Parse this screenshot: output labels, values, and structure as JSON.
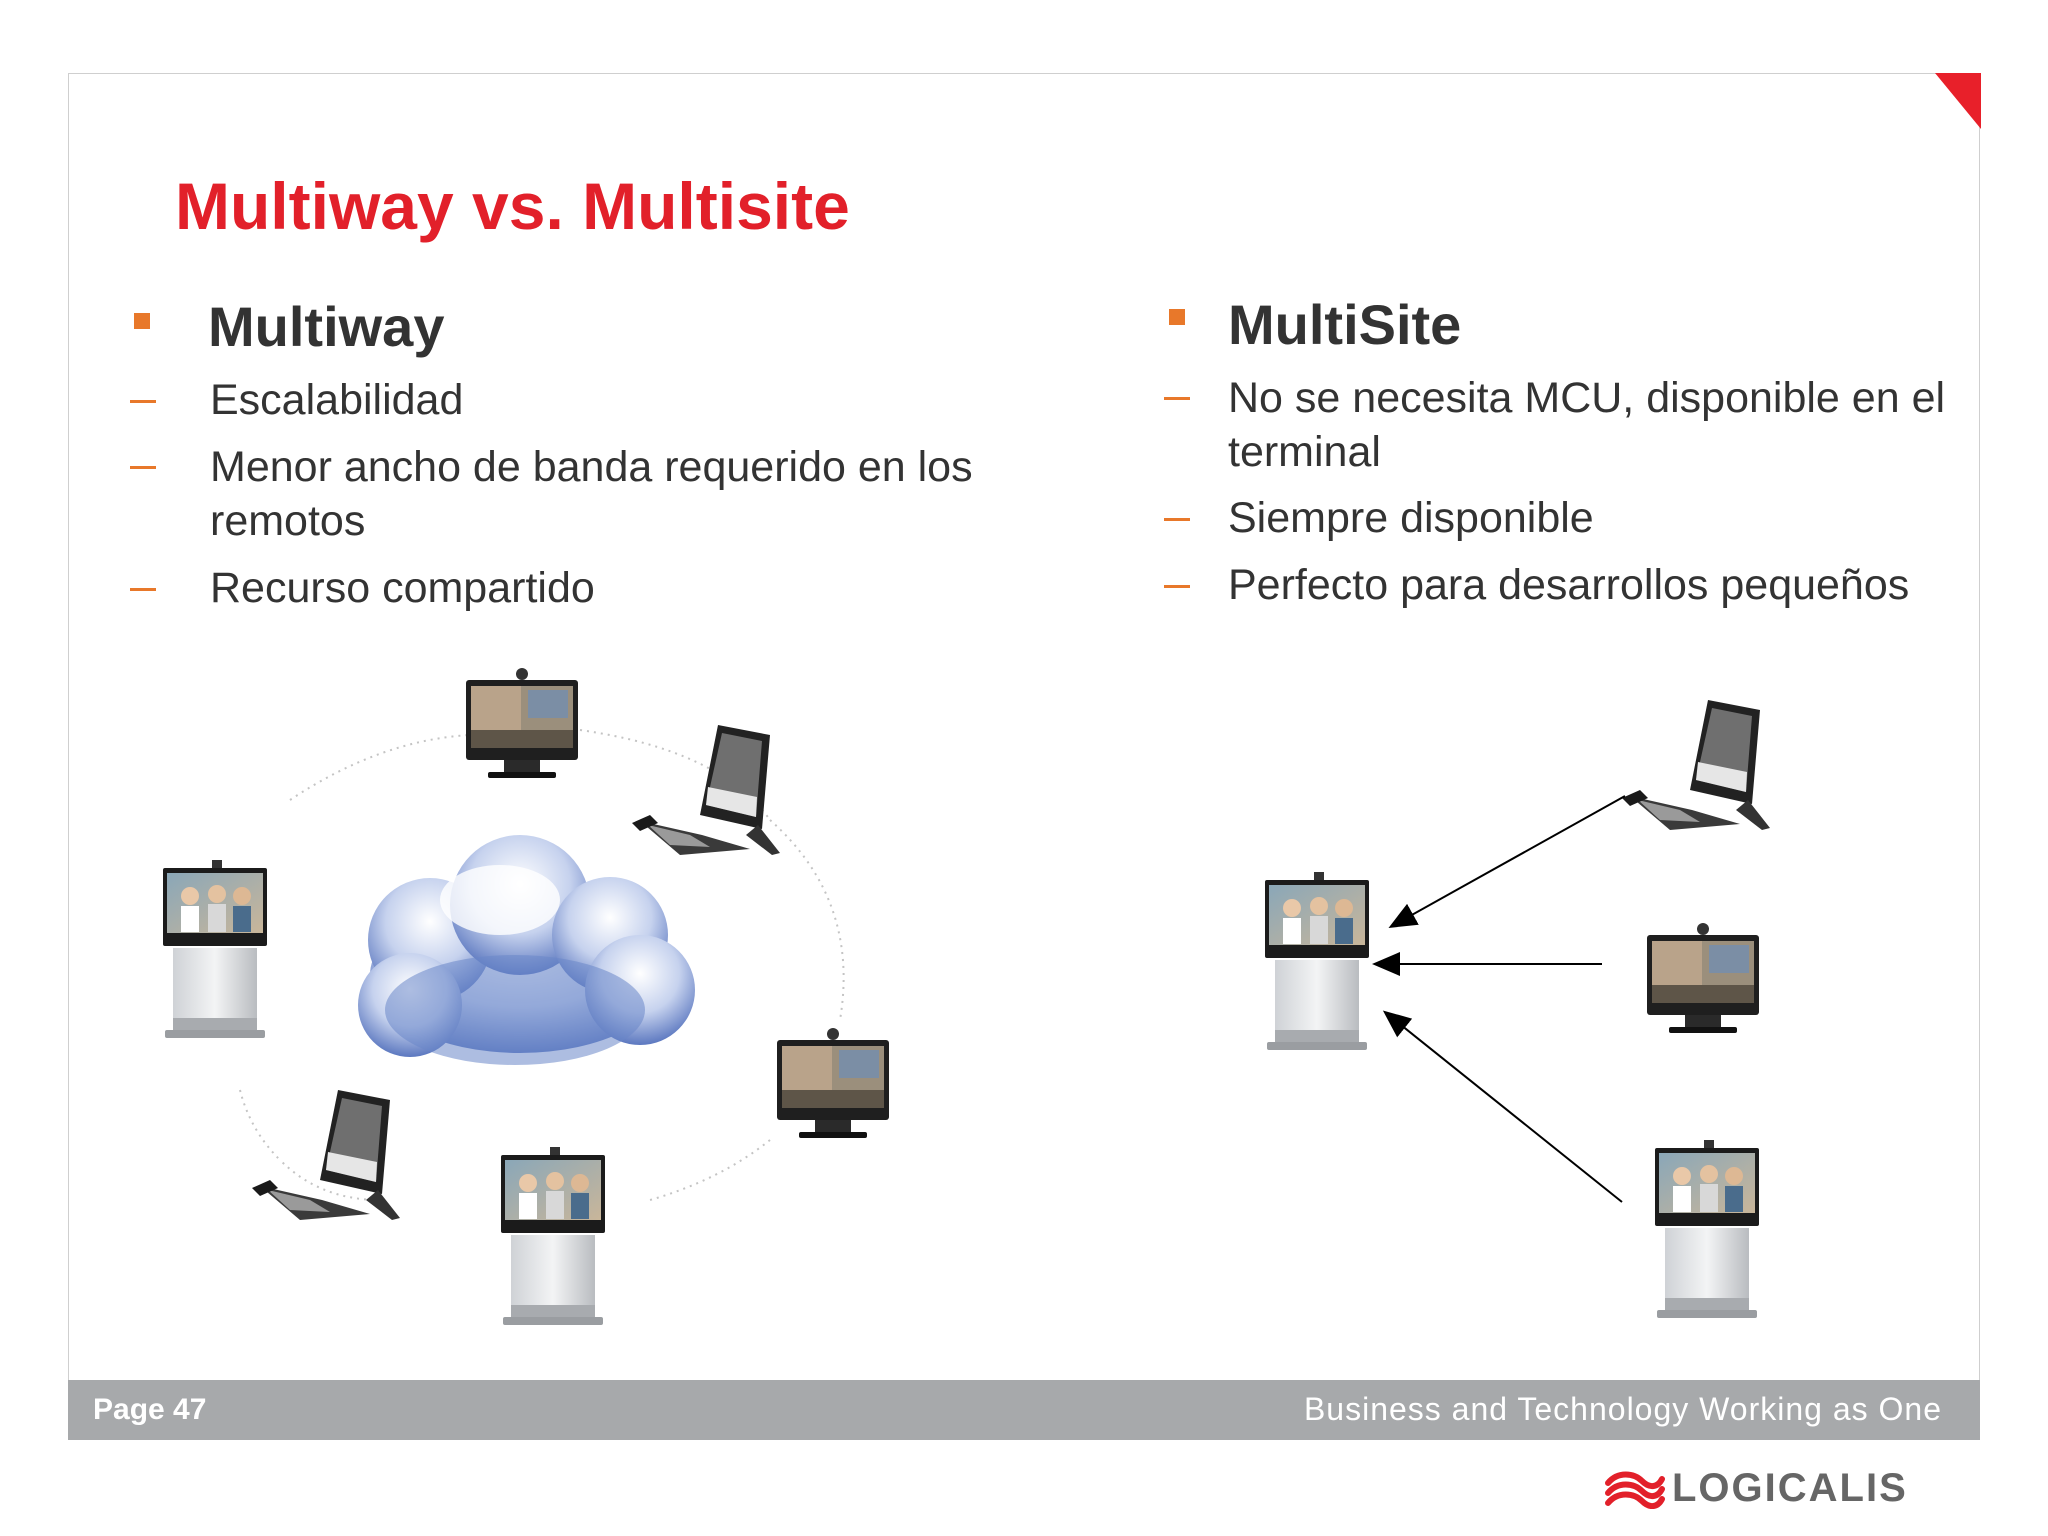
{
  "title": "Multiway vs. Multisite",
  "left": {
    "heading": "Multiway",
    "items": [
      "Escalabilidad",
      "Menor ancho de banda requerido en los remotos",
      "Recurso compartido"
    ]
  },
  "right": {
    "heading": "MultiSite",
    "items": [
      "No se necesita MCU, disponible en el terminal",
      "Siempre disponible",
      "Perfecto para desarrollos pequeños"
    ]
  },
  "footer": {
    "page": "Page 47",
    "tagline": "Business and Technology Working as One"
  },
  "logo": {
    "text": "LOGICALIS"
  },
  "colors": {
    "title": "#e2202a",
    "accent": "#e8782a",
    "footer": "#a7a9ab",
    "cloud": "#6a86c8"
  }
}
